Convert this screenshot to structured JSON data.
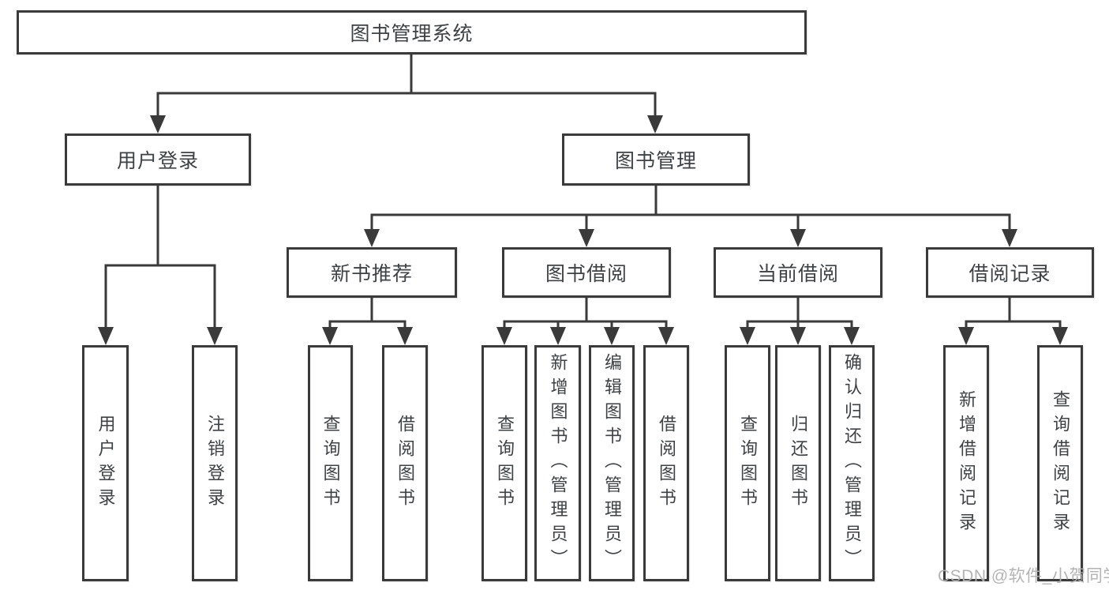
{
  "colors": {
    "background": "#ffffff",
    "line": "#3a3a3a",
    "box_border": "#3a3a3a",
    "text": "#3e4245",
    "watermark": "#b0b0b0"
  },
  "diagram": {
    "title": "图书管理系统",
    "level2": {
      "user_login": "用户登录",
      "book_management": "图书管理"
    },
    "level3": {
      "new_book_recommend": "新书推荐",
      "book_borrow": "图书借阅",
      "current_borrow": "当前借阅",
      "borrow_records": "借阅记录"
    },
    "leaves": {
      "user_login": [
        "用户登录",
        "注销登录"
      ],
      "new_book_recommend": [
        "查询图书",
        "借阅图书"
      ],
      "book_borrow": [
        "查询图书",
        "新增图书（管理员）",
        "编辑图书（管理员）",
        "借阅图书"
      ],
      "current_borrow": [
        "查询图书",
        "归还图书",
        "确认归还（管理员）"
      ],
      "borrow_records": [
        "新增借阅记录",
        "查询借阅记录"
      ]
    }
  },
  "watermark": {
    "text": "CSDN @软件_小贺同学"
  }
}
